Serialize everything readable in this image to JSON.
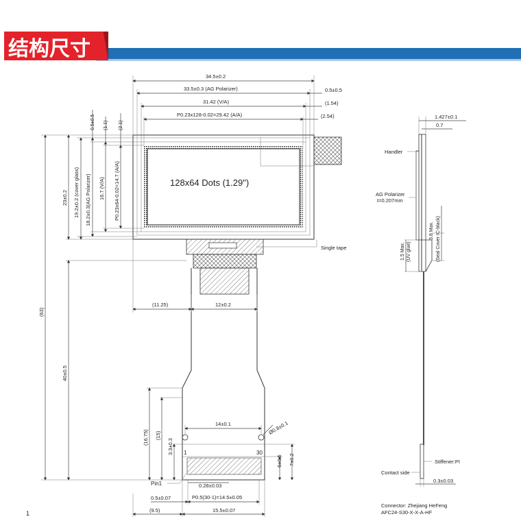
{
  "header": {
    "title": "结构尺寸",
    "accent_color": "#e4222a",
    "band_color": "#1f6fb4"
  },
  "front_view": {
    "panel_label": "128x64 Dots (1.29\")",
    "dims_top": {
      "overall_width": "34.5±0.2",
      "polarizer_width": "33.5±0.3 (AG Polarizer)",
      "polarizer_offset": "0.5±0.5",
      "va_width": "31.42 (V/A)",
      "va_offset_right": "(1.54)",
      "aa_width": "P0.23x128-0.02=29.42 (A/A)",
      "aa_offset_right": "(2.54)"
    },
    "dims_left": {
      "total_height": "(63)",
      "glass_height": "23±0.2",
      "cover_glass": "19.2±0.2 (cover glass)",
      "polarizer_height": "18.2±0.3(AG Polarizer)",
      "va_height": "16.7 (V/A)",
      "aa_height": "P0.23x64-0.02=14.7 (A/A)",
      "top_offset_a": "0.5±0.5",
      "top_offset_b": "(1.1)",
      "top_offset_c": "(2.1)",
      "fpc_length": "40±0.5",
      "tail_a": "(16.75)",
      "tail_b": "(15)",
      "tail_c": "3.3±0.3"
    },
    "fpc": {
      "left_offset": "(11.25)",
      "width": "12±0.2",
      "single_tape": "Single tape",
      "pad_span": "14±0.1",
      "hole": "Ø0.8±0.1",
      "pin_first": "1",
      "pin_last": "30",
      "height_a": "6±0.5",
      "height_b": "7±0.2",
      "pin_width": "0.28±0.03",
      "pin1_label": "Pin1",
      "edge_offset": "0.5±0.07",
      "pitch": "P0.5(30-1)=14.5±0.05",
      "bottom_left": "(9.5)",
      "bottom_width": "15.5±0.07"
    },
    "stray_glyph": "1"
  },
  "side_view": {
    "thickness_total": "1.427±0.1",
    "glass_thickness": "0.7",
    "handler": "Handler",
    "ag_polarizer": "AG Polarizer",
    "polarizer_thickness": "t=0.207mm",
    "uv_glue_height": "1.5 Max.",
    "uv_glue_label": "(UV glue)",
    "seal_height": "3.8 Max.",
    "seal_label": "(Seal Cover IC-black)",
    "stiffener": "Stiffener:PI",
    "contact_side": "Contact side",
    "stiffener_thickness": "0.3±0.03",
    "connector_line1": "Connector: Zhejiang HeFeng",
    "connector_line2": "AFC24-S30-X-X-A-HF"
  }
}
